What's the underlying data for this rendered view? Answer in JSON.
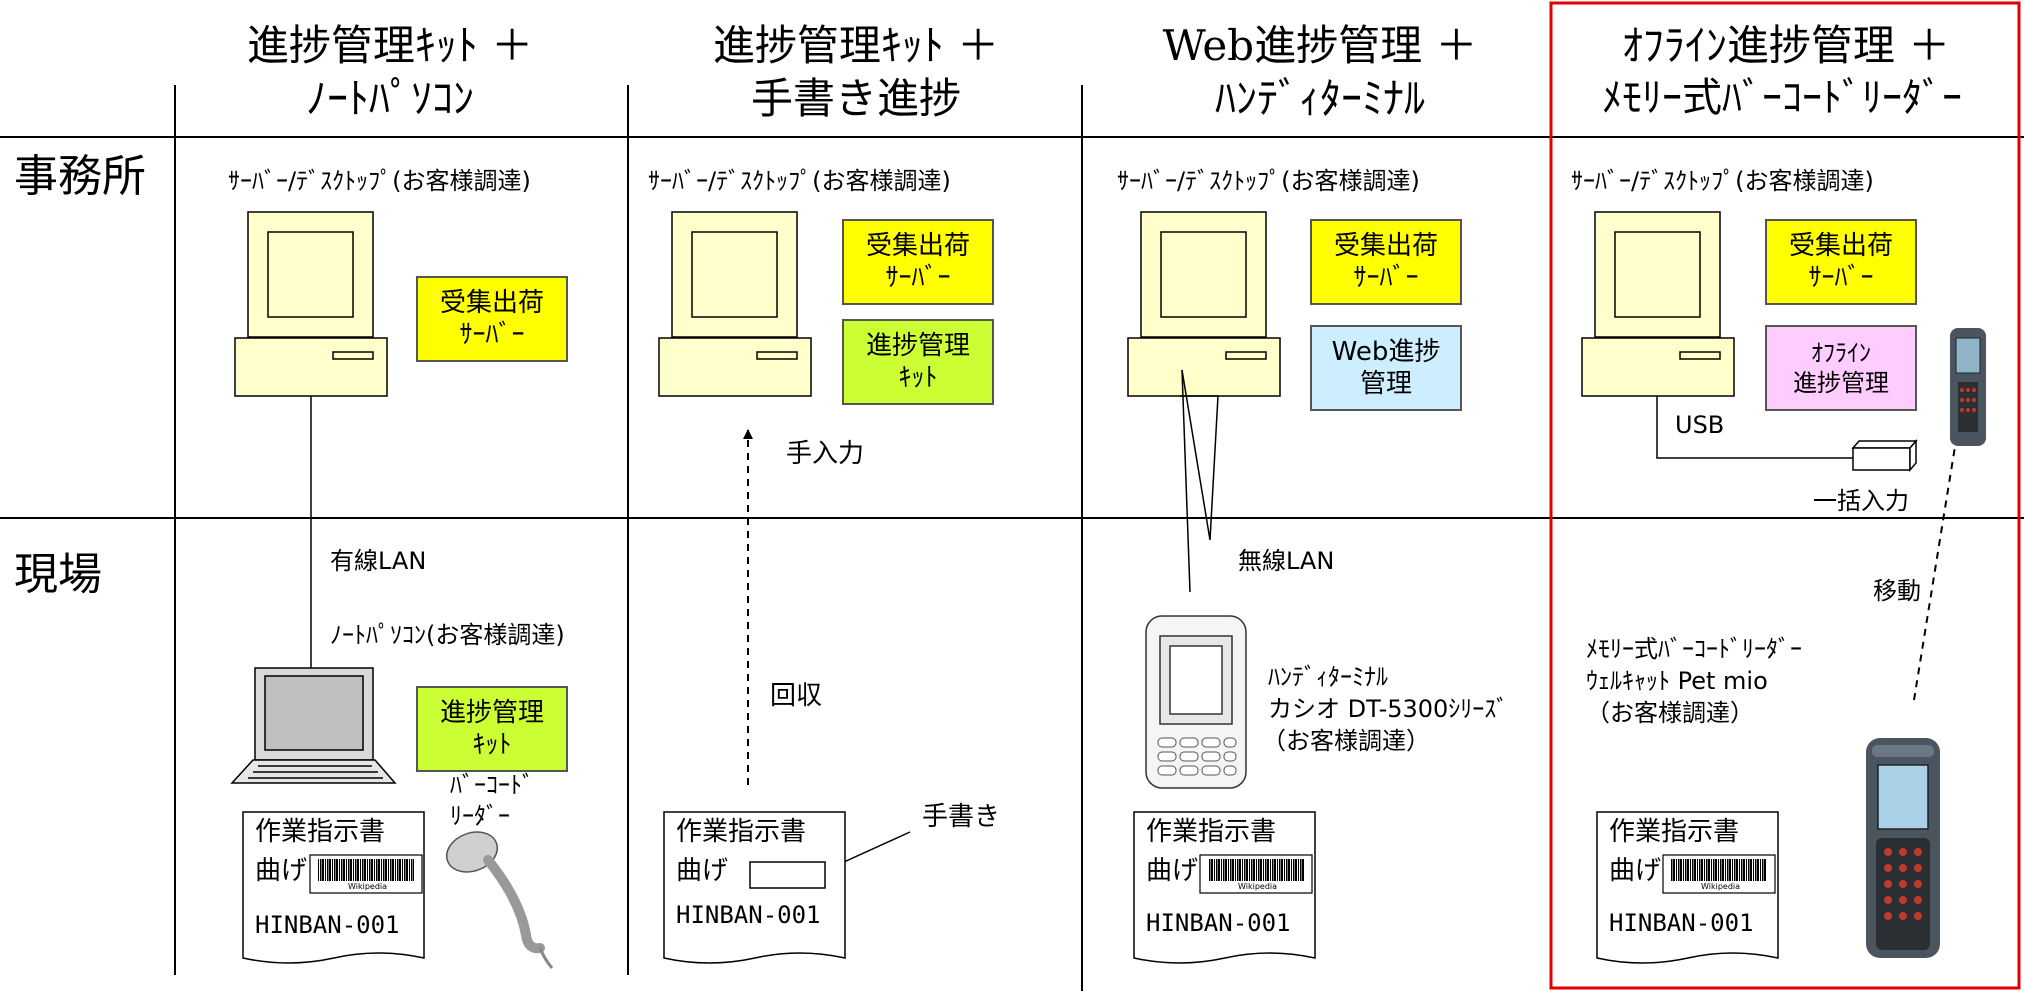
{
  "columns": [
    {
      "title_line1": "進捗管理ｷｯﾄ  ＋",
      "title_line2": "ﾉｰﾄﾊﾟｿｺﾝ"
    },
    {
      "title_line1": "進捗管理ｷｯﾄ  ＋",
      "title_line2": "手書き進捗"
    },
    {
      "title_line1": "Web進捗管理  ＋",
      "title_line2": "ﾊﾝﾃﾞｨﾀｰﾐﾅﾙ"
    },
    {
      "title_line1": "ｵﾌﾗｲﾝ進捗管理  ＋",
      "title_line2": "ﾒﾓﾘｰ式ﾊﾞｰｺｰﾄﾞﾘｰﾀﾞｰ"
    }
  ],
  "rows": {
    "office": "事務所",
    "site": "現場"
  },
  "server_label": "ｻｰﾊﾞｰ/ﾃﾞｽｸﾄｯﾌﾟ(お客様調達)",
  "boxes": {
    "order_server": "受集出荷\nｻｰﾊﾞｰ",
    "progress_kit": "進捗管理\nｷｯﾄ",
    "web_progress": "Web進捗\n管理",
    "offline_progress": "ｵﾌﾗｲﾝ\n進捗管理"
  },
  "col1": {
    "wired_lan": "有線LAN",
    "laptop": "ﾉｰﾄﾊﾟｿｺﾝ(お客様調達)",
    "reader_line1": "ﾊﾞｰｺｰﾄﾞ",
    "reader_line2": "ﾘｰﾀﾞｰ"
  },
  "col2": {
    "manual_input": "手入力",
    "collect": "回収",
    "handwritten": "手書き"
  },
  "col3": {
    "wireless_lan": "無線LAN",
    "terminal_line1": "ﾊﾝﾃﾞｨﾀｰﾐﾅﾙ",
    "terminal_line2": "カシオ DT-5300ｼﾘｰｽﾞ",
    "terminal_line3": "（お客様調達）"
  },
  "col4": {
    "usb": "USB",
    "bulk_input": "一括入力",
    "move": "移動",
    "reader_line1": "ﾒﾓﾘｰ式ﾊﾞｰｺｰﾄﾞﾘｰﾀﾞｰ",
    "reader_line2": "ｳｪﾙｷｬｯﾄ Pet mio",
    "reader_line3": "（お客様調達）"
  },
  "document": {
    "title": "作業指示書",
    "process": "曲げ",
    "part_no": "HINBAN-001",
    "barcode_caption": "Wikipedia"
  },
  "colors": {
    "yellow": "#ffff00",
    "green": "#ccff33",
    "blue": "#cceeff",
    "pink": "#ffccff",
    "beige": "#ffffcc",
    "highlight": "#e00000"
  }
}
